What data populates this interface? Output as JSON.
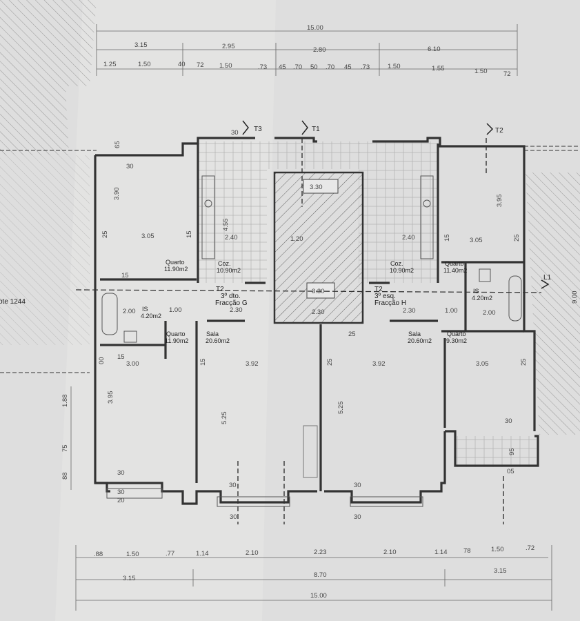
{
  "plot_label": "ote 1244",
  "top_dims": {
    "total": "15.00",
    "row2": [
      "3.15",
      "2.95",
      "2.80",
      "6.10"
    ],
    "row3": [
      "1.25",
      "1.50",
      "40",
      "72",
      "1.50",
      ".73",
      "45",
      ".70",
      "50",
      ".70",
      "45",
      ".73",
      "1.50",
      "1.55",
      "1.50",
      "72"
    ]
  },
  "bottom_dims": {
    "row1": [
      ".88",
      "1.50",
      ".77",
      "1.14",
      "2.10",
      "2.23",
      "2.10",
      "1.14",
      "78",
      "1.50",
      ".72"
    ],
    "row2": [
      "3.15",
      "8.70",
      "3.15"
    ],
    "total": "15.00"
  },
  "side_dims": {
    "left": [
      "1.88",
      "75",
      "88"
    ],
    "right": "9.00"
  },
  "section_marks": [
    "T3",
    "T1",
    "T2",
    "L1"
  ],
  "stair_labels": [
    "3.30",
    "3.30"
  ],
  "fractions": [
    {
      "type": "T2",
      "floor": "3º dto.",
      "name": "Fracção G"
    },
    {
      "type": "T2",
      "floor": "3º esq.",
      "name": "Fracção H"
    }
  ],
  "rooms": [
    {
      "name": "Quarto",
      "area": "11.90m2"
    },
    {
      "name": "Coz.",
      "area": "10.90m2"
    },
    {
      "name": "IS",
      "area": "4.20m2"
    },
    {
      "name": "Quarto",
      "area": "11.90m2"
    },
    {
      "name": "Sala",
      "area": "20.60m2"
    },
    {
      "name": "Sala",
      "area": "20.60m2"
    },
    {
      "name": "Coz.",
      "area": "10.90m2"
    },
    {
      "name": "Quarto",
      "area": "11.40m2"
    },
    {
      "name": "IS",
      "area": "4.20m2"
    },
    {
      "name": "Quarto",
      "area": "9.30m2"
    }
  ],
  "interior_dims": {
    "d390": "3.90",
    "d305a": "3.05",
    "d25a": "25",
    "d15a": "15",
    "d30a": "30",
    "d65": "65",
    "d30b": "30",
    "d455": "4.55",
    "d240a": "2.40",
    "d240b": "2.40",
    "d120": "1.20",
    "d395a": "3.95",
    "d305b": "3.05",
    "d25b": "25",
    "d15b": "15",
    "d100a": "1.00",
    "d230a": "2.30",
    "d230b": "2.30",
    "d230c": "2.30",
    "d100b": "1.00",
    "d200a": "2.00",
    "d200b": "2.00",
    "d15c": "15",
    "d15d": "15",
    "d300": "3.00",
    "d392a": "3.92",
    "d392b": "3.92",
    "d305c": "3.05",
    "d25c": "25",
    "d15e": "15",
    "d25d": "25",
    "d395b": "3.95",
    "d525a": "5.25",
    "d525b": "5.25",
    "d30c": "30",
    "d30d": "30",
    "d30e": "30",
    "d30f": "30",
    "d30g": "30",
    "d30h": "30",
    "d20": "20",
    "d95": "95",
    "d05": "05",
    "d30i": "30",
    "d25e": "25",
    "d00": "00"
  }
}
